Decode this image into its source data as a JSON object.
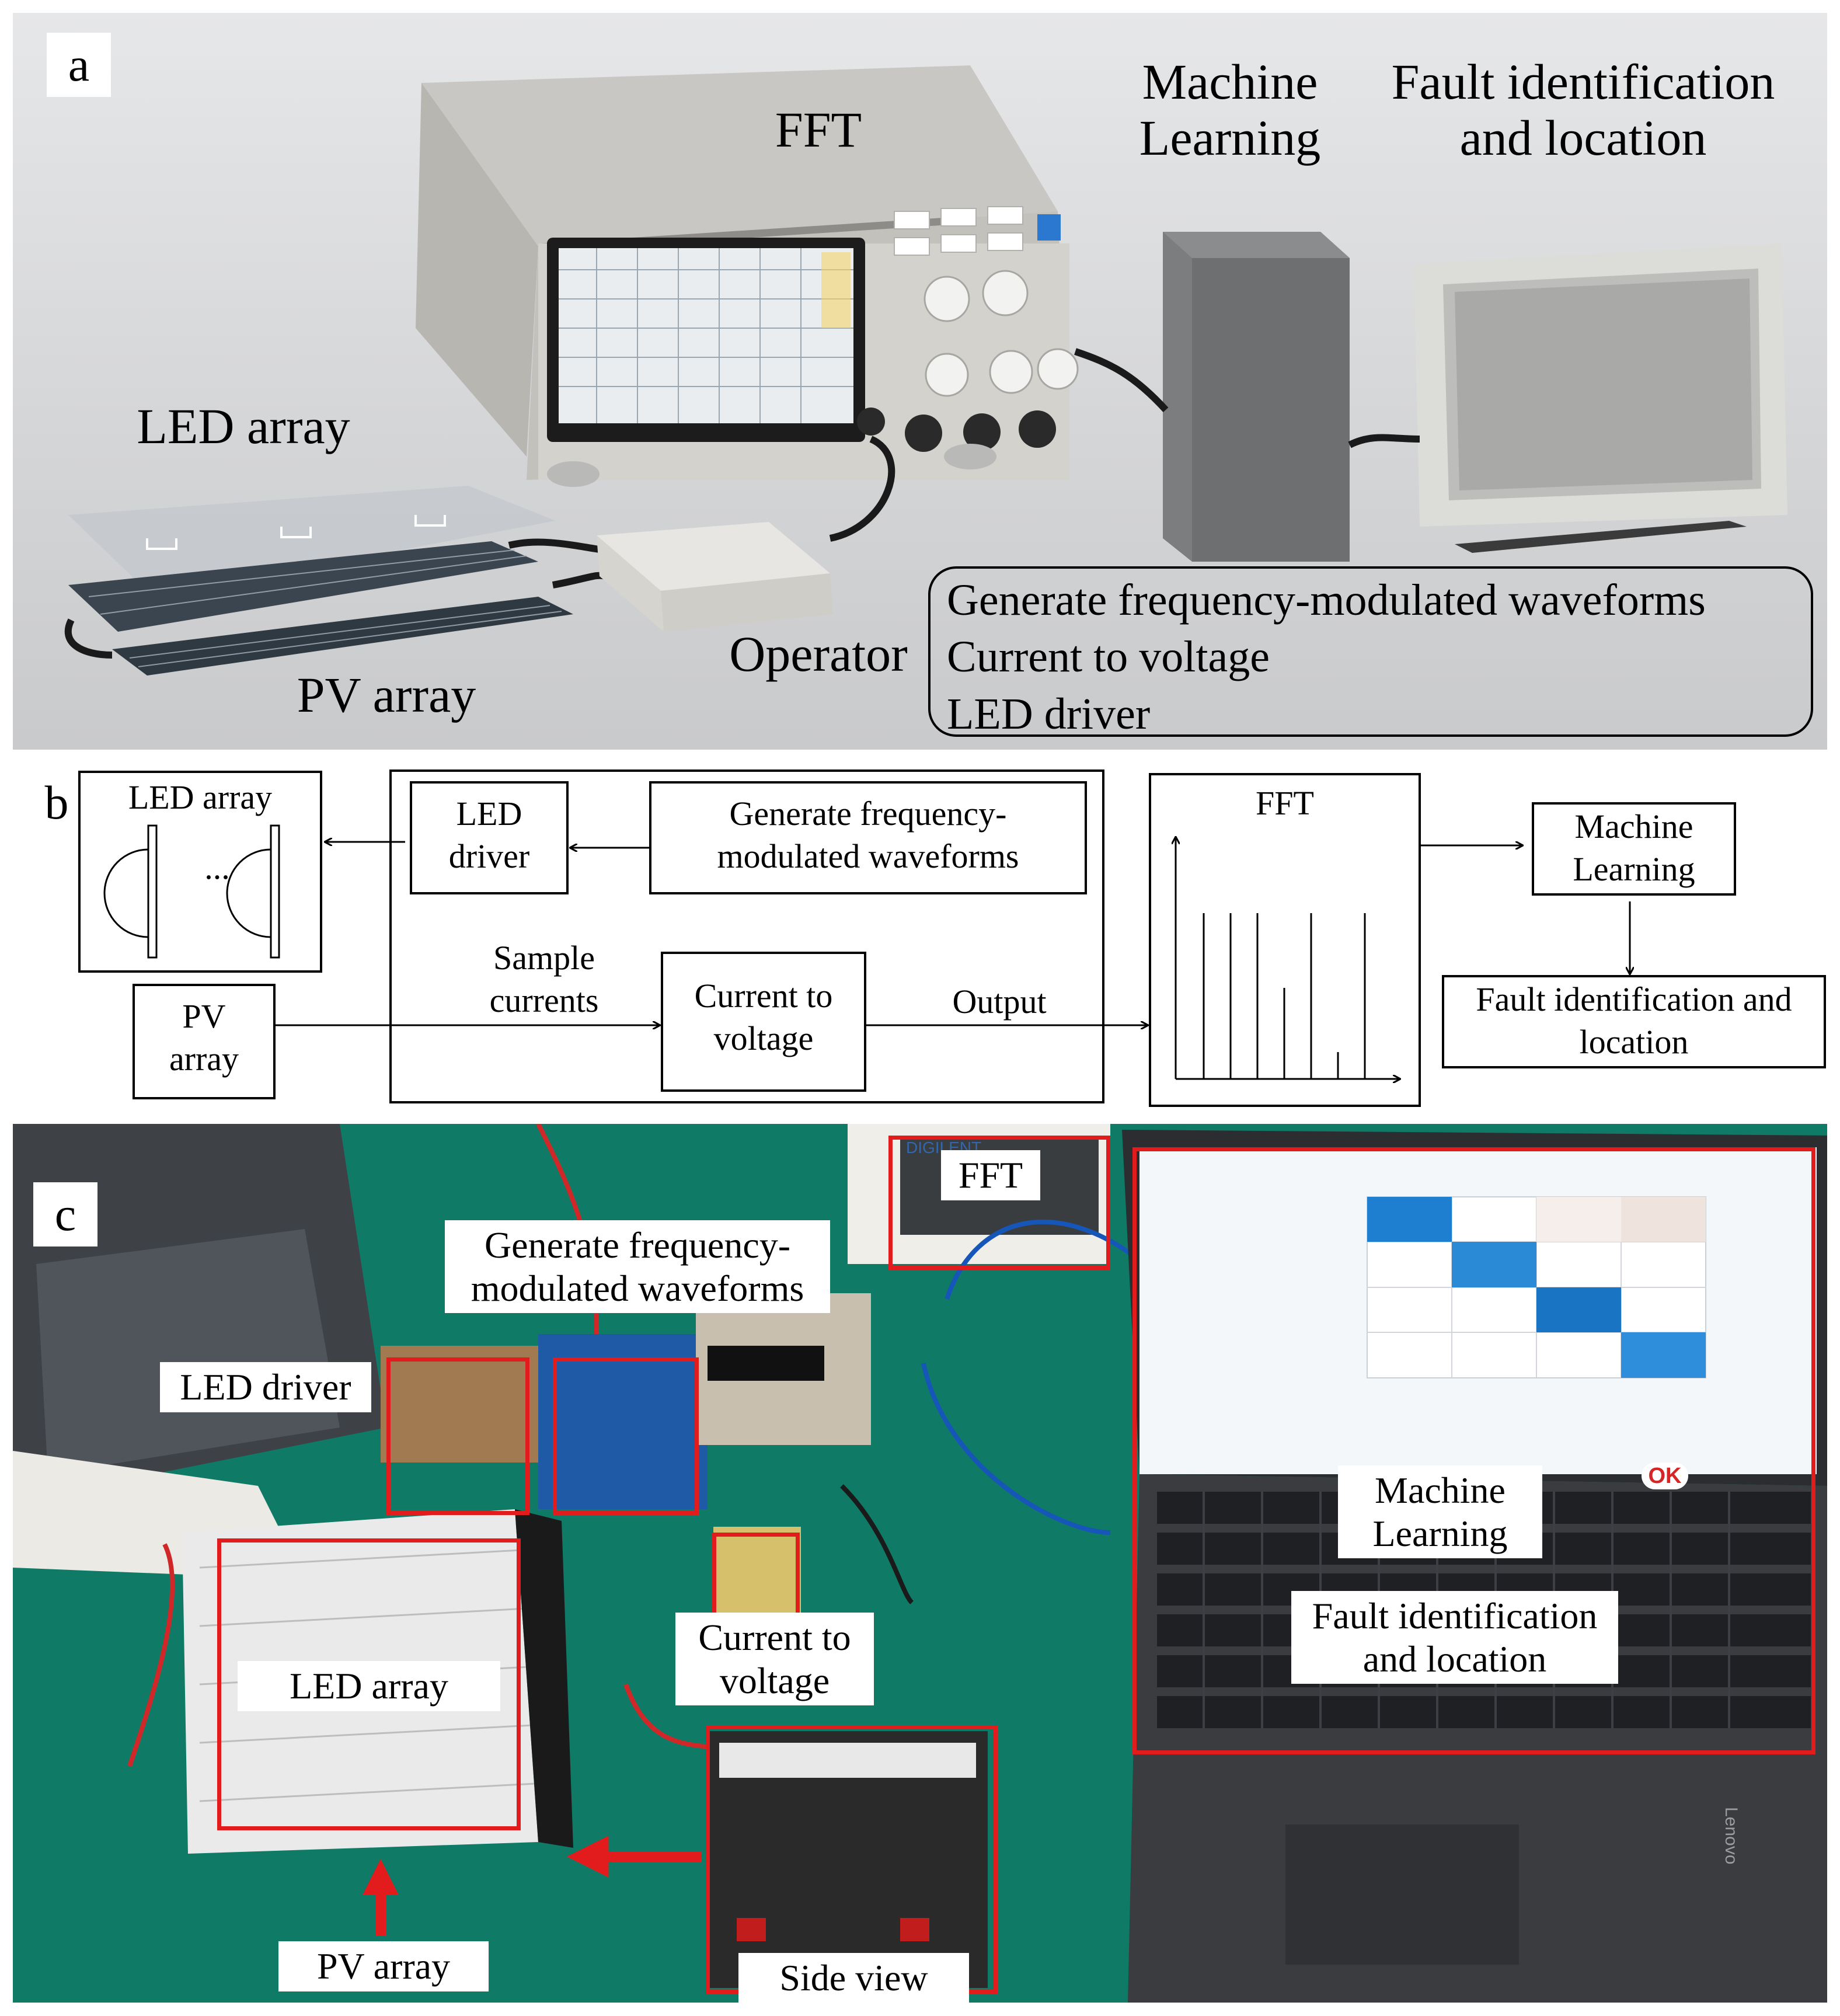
{
  "panel_a": {
    "letter": "a",
    "fft": "FFT",
    "machine_learning_line1": "Machine",
    "machine_learning_line2": "Learning",
    "fault_line1": "Fault identification",
    "fault_line2": "and location",
    "led_array": "LED array",
    "pv_array": "PV array",
    "operator": "Operator",
    "operator_functions": [
      "Generate frequency-modulated waveforms",
      "Current to voltage",
      "LED driver"
    ]
  },
  "panel_b": {
    "letter": "b",
    "led_array": "LED array",
    "ellipsis": "...",
    "led_driver_line1": "LED",
    "led_driver_line2": "driver",
    "generate_line1": "Generate frequency-",
    "generate_line2": "modulated waveforms",
    "sample_line1": "Sample",
    "sample_line2": "currents",
    "pv_line1": "PV",
    "pv_line2": "array",
    "current_line1": "Current to",
    "current_line2": "voltage",
    "output": "Output",
    "fft": "FFT",
    "ml_line1": "Machine",
    "ml_line2": "Learning",
    "fault_line1": "Fault identification and",
    "fault_line2": "location"
  },
  "panel_c": {
    "letter": "c",
    "fft": "FFT",
    "generate_line1": "Generate frequency-",
    "generate_line2": "modulated waveforms",
    "led_driver": "LED driver",
    "led_array": "LED array",
    "current_line1": "Current to",
    "current_line2": "voltage",
    "ml_line1": "Machine",
    "ml_line2": "Learning",
    "fault_line1": "Fault identification",
    "fault_line2": "and location",
    "pv_array": "PV array",
    "side_view": "Side view",
    "laptop_brand": "Lenovo",
    "scope_brand": "DIGILENT",
    "ok_badge": "OK"
  },
  "colors": {
    "highlight_red": "#e21c1c",
    "table_green": "#0f7a66",
    "studio_gray": "#d8d9db",
    "matrix_blue": "#1e7fd0"
  }
}
